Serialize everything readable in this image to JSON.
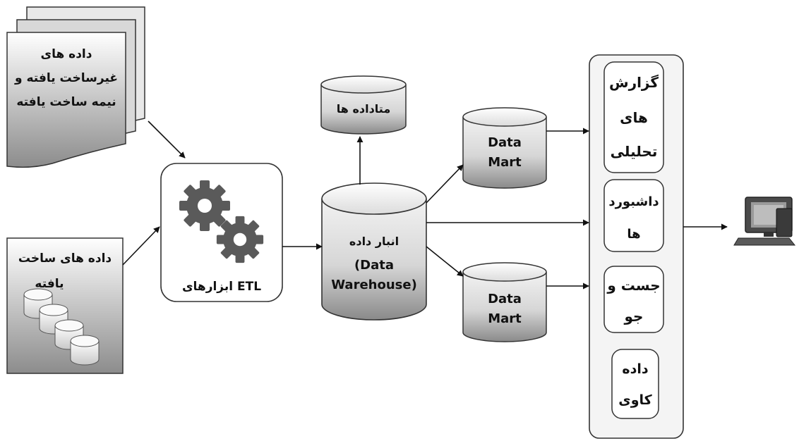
{
  "sources": {
    "unstructured": [
      "داده های",
      "غیرساخت یافته و",
      "نیمه ساخت یافته"
    ],
    "structured": [
      "داده های ساخت",
      "یافته"
    ]
  },
  "etl": {
    "label": "ابزارهای ETL"
  },
  "metadata": {
    "label": "متاداده ها"
  },
  "warehouse": {
    "lines": [
      "انبار داده",
      "(Data",
      "Warehouse)"
    ]
  },
  "data_marts": [
    {
      "lines": [
        "Data",
        "Mart"
      ]
    },
    {
      "lines": [
        "Data",
        "Mart"
      ]
    }
  ],
  "applications": [
    {
      "lines": [
        "گزارش",
        "های",
        "تحلیلی"
      ]
    },
    {
      "lines": [
        "داشبورد",
        "ها"
      ]
    },
    {
      "lines": [
        "جست و",
        "جو"
      ]
    },
    {
      "lines": [
        "داده",
        "کاوی"
      ]
    }
  ],
  "colors": {
    "stroke": "#2b2b2b",
    "gear": "#5a5a5a",
    "panel": "#f4f4f4"
  }
}
